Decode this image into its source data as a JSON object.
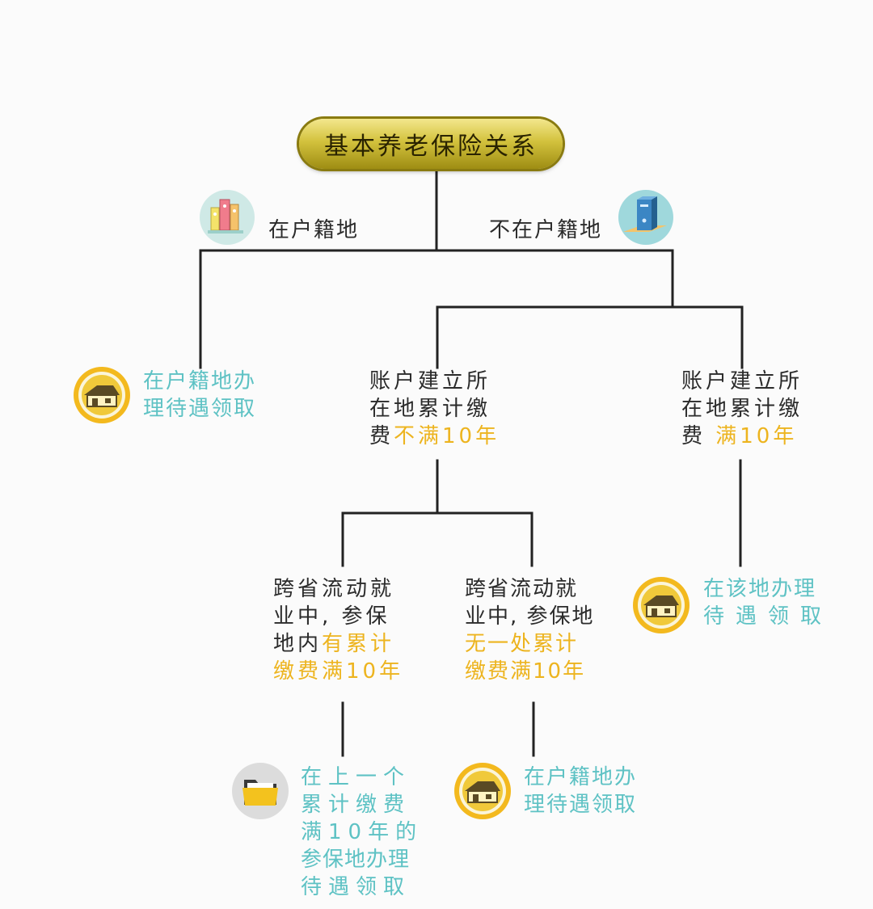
{
  "root": {
    "label": "基本养老保险关系"
  },
  "branches": {
    "local": {
      "label": "在户籍地",
      "icon": "colored-binders-icon"
    },
    "nonlocal": {
      "label": "不在户籍地",
      "icon": "blue-binder-icon"
    }
  },
  "nodes": {
    "local_result": {
      "lines": [
        "在户籍地办",
        "理待遇领取"
      ],
      "icon": "house-icon"
    },
    "under10": {
      "lines": [
        [
          {
            "t": "账户建立所",
            "c": "black"
          }
        ],
        [
          {
            "t": "在地累计缴",
            "c": "black"
          }
        ],
        [
          {
            "t": "费",
            "c": "black"
          },
          {
            "t": "不满10年",
            "c": "gold"
          }
        ]
      ]
    },
    "over10": {
      "lines": [
        [
          {
            "t": "账户建立所",
            "c": "black"
          }
        ],
        [
          {
            "t": "在地累计缴",
            "c": "black"
          }
        ],
        [
          {
            "t": "费 ",
            "c": "black"
          },
          {
            "t": "满10年",
            "c": "gold"
          }
        ]
      ]
    },
    "over10_result": {
      "lines": [
        "在该地办理",
        "待遇领取"
      ],
      "icon": "house-icon"
    },
    "cross_has10": {
      "lines": [
        [
          {
            "t": "跨省流动就",
            "c": "black"
          }
        ],
        [
          {
            "t": "业中, 参保",
            "c": "black"
          }
        ],
        [
          {
            "t": "地内",
            "c": "black"
          },
          {
            "t": "有累计",
            "c": "gold"
          }
        ],
        [
          {
            "t": "缴费满10年",
            "c": "gold"
          }
        ]
      ]
    },
    "cross_none10": {
      "lines": [
        [
          {
            "t": "跨省流动就",
            "c": "black"
          }
        ],
        [
          {
            "t": "业中, 参保地",
            "c": "black"
          }
        ],
        [
          {
            "t": "无一处累计",
            "c": "gold"
          }
        ],
        [
          {
            "t": "缴费满10年",
            "c": "gold"
          }
        ]
      ]
    },
    "has10_result": {
      "lines": [
        "在上一个",
        "累计缴费",
        "满10年的",
        "参保地办理",
        "待遇领取"
      ],
      "icon": "folder-icon"
    },
    "none10_result": {
      "lines": [
        "在户籍地办",
        "理待遇领取"
      ],
      "icon": "house-icon"
    }
  },
  "colors": {
    "teal": "#5ec2c4",
    "gold": "#edb41f",
    "line": "#222222",
    "title_gold": "#d3c23d"
  }
}
